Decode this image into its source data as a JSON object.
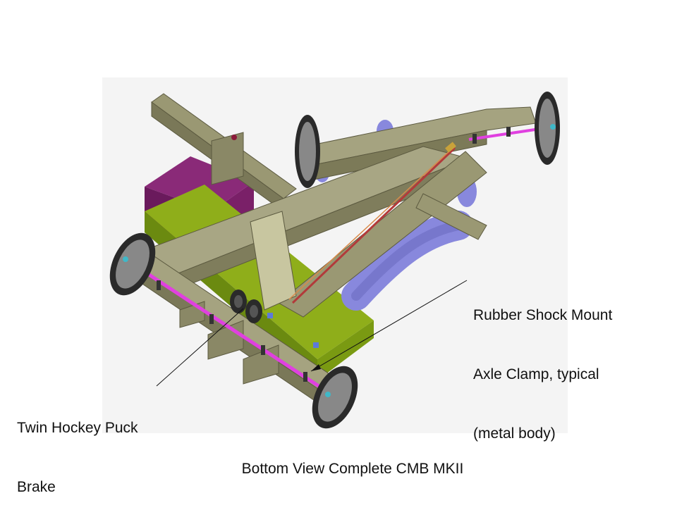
{
  "callouts": {
    "shock_mount": {
      "line1": "Rubber Shock Mount",
      "line2": "Axle Clamp, typical",
      "line3": "(metal body)"
    },
    "brake": {
      "line1": "Twin Hockey Puck",
      "line2": "Brake"
    }
  },
  "caption": "Bottom View Complete CMB MKII",
  "colors": {
    "frame": "#9a9873",
    "frame_dark": "#6f6d4e",
    "frame_light": "#b5b38f",
    "box_purple": "#7a2068",
    "box_purple_dark": "#5a1350",
    "plate_green": "#8fae1a",
    "plate_green_dark": "#6b8a10",
    "axle_magenta": "#e040e0",
    "tube_blue": "#8888dd",
    "tube_blue_dark": "#5d5db0",
    "wheel": "#444444",
    "wheel_rim": "#222222",
    "shadow_bg": "#f3f3f3"
  }
}
